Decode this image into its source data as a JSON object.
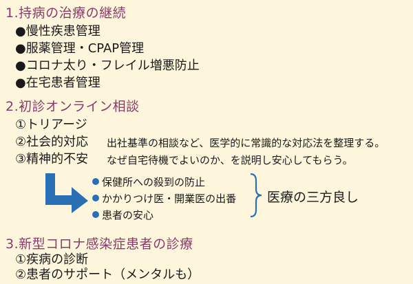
{
  "section1": {
    "heading": "1.持病の治療の継続",
    "items": [
      "●慢性疾患管理",
      "●服薬管理・CPAP管理",
      "●コロナ太り・フレイル増悪防止",
      "●在宅患者管理"
    ]
  },
  "section2": {
    "heading": "2.初診オンライン相談",
    "items": [
      {
        "label": "①トリアージ",
        "note": ""
      },
      {
        "label": "②社会的対応",
        "note": "出社基準の相談など、医学的に常識的な対応法を整理する。"
      },
      {
        "label": "③精神的不安",
        "note": "なぜ自宅待機でよいのか、を説明し安心してもらう。"
      }
    ],
    "benefits": [
      "保健所への殺到の防止",
      "かかりつけ医・開業医の出番",
      "患者の安心"
    ],
    "conclusion": "医療の三方良し"
  },
  "section3": {
    "heading": "3.新型コロナ感染症患者の診療",
    "items": [
      "①疾病の診断",
      "②患者のサポート（メンタルも）"
    ]
  },
  "colors": {
    "background": "#fdf6dc",
    "heading": "#8a3a6a",
    "accent_blue": "#2a6fb3"
  }
}
